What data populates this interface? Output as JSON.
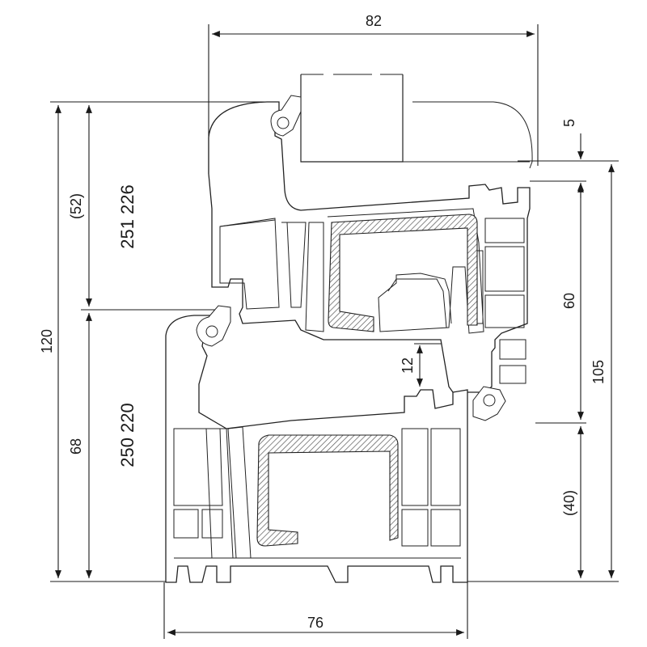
{
  "dimensions": {
    "top_width": "82",
    "bottom_width": "76",
    "total_height_left": "120",
    "sash_height_paren": "(52)",
    "frame_height_left": "68",
    "right_gap": "5",
    "right_mid": "60",
    "right_total": "105",
    "right_lower_paren": "(40)",
    "inner_step": "12"
  },
  "profile_codes": {
    "sash": "251 226",
    "frame": "250 220"
  },
  "colors": {
    "line": "#222222",
    "background": "#ffffff",
    "hatch": "#555555"
  }
}
